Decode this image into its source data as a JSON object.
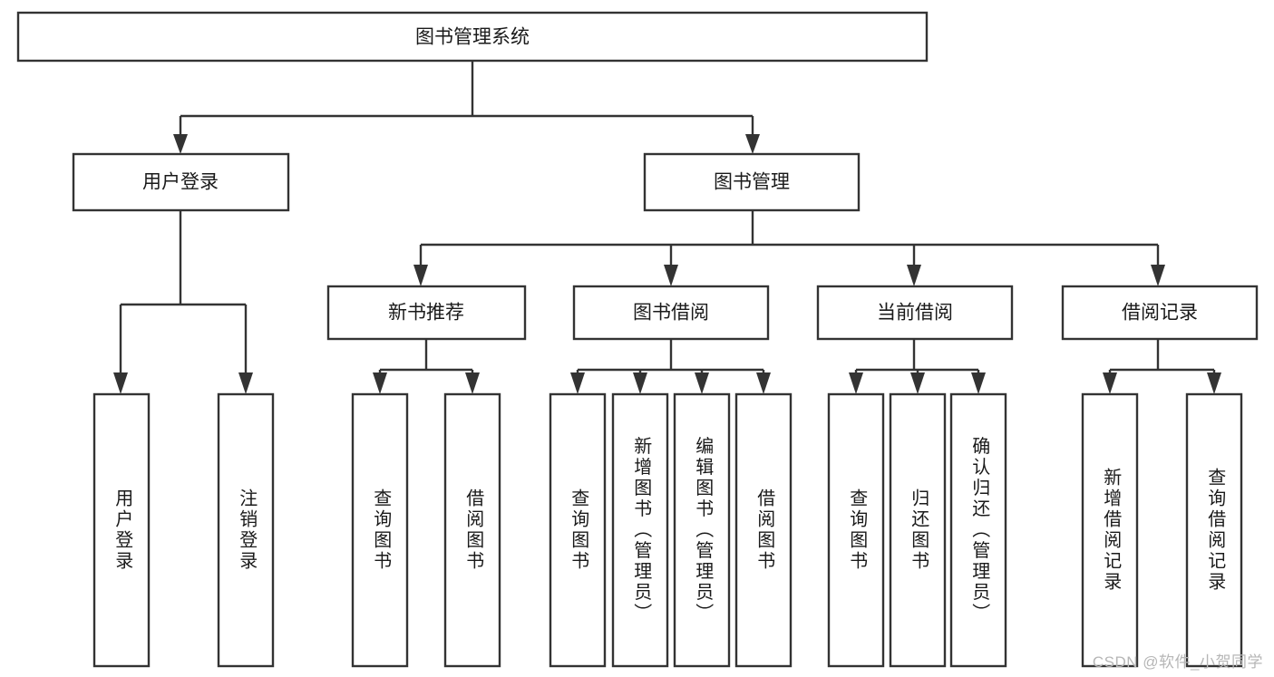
{
  "diagram": {
    "title": "图书管理系统",
    "type": "tree",
    "watermark": "CSDN @软件_小贺同学",
    "colors": {
      "box_stroke": "#333333",
      "box_fill": "#ffffff",
      "text": "#1a1a1a",
      "connector": "#333333",
      "watermark": "#b6b6b6",
      "background": "#ffffff"
    },
    "nodes": {
      "root": {
        "label": "图书管理系统"
      },
      "level1": [
        {
          "label": "用户登录"
        },
        {
          "label": "图书管理"
        }
      ],
      "level2": [
        {
          "label": "新书推荐"
        },
        {
          "label": "图书借阅"
        },
        {
          "label": "当前借阅"
        },
        {
          "label": "借阅记录"
        }
      ],
      "leaves_user_login": [
        {
          "label": "用户登录"
        },
        {
          "label": "注销登录"
        }
      ],
      "leaves_new_book": [
        {
          "label": "查询图书"
        },
        {
          "label": "借阅图书"
        }
      ],
      "leaves_borrow": [
        {
          "label": "查询图书"
        },
        {
          "label": "新增图书（管理员）"
        },
        {
          "label": "编辑图书（管理员）"
        },
        {
          "label": "借阅图书"
        }
      ],
      "leaves_current": [
        {
          "label": "查询图书"
        },
        {
          "label": "归还图书"
        },
        {
          "label": "确认归还（管理员）"
        }
      ],
      "leaves_records": [
        {
          "label": "新增借阅记录"
        },
        {
          "label": "查询借阅记录"
        }
      ]
    }
  }
}
